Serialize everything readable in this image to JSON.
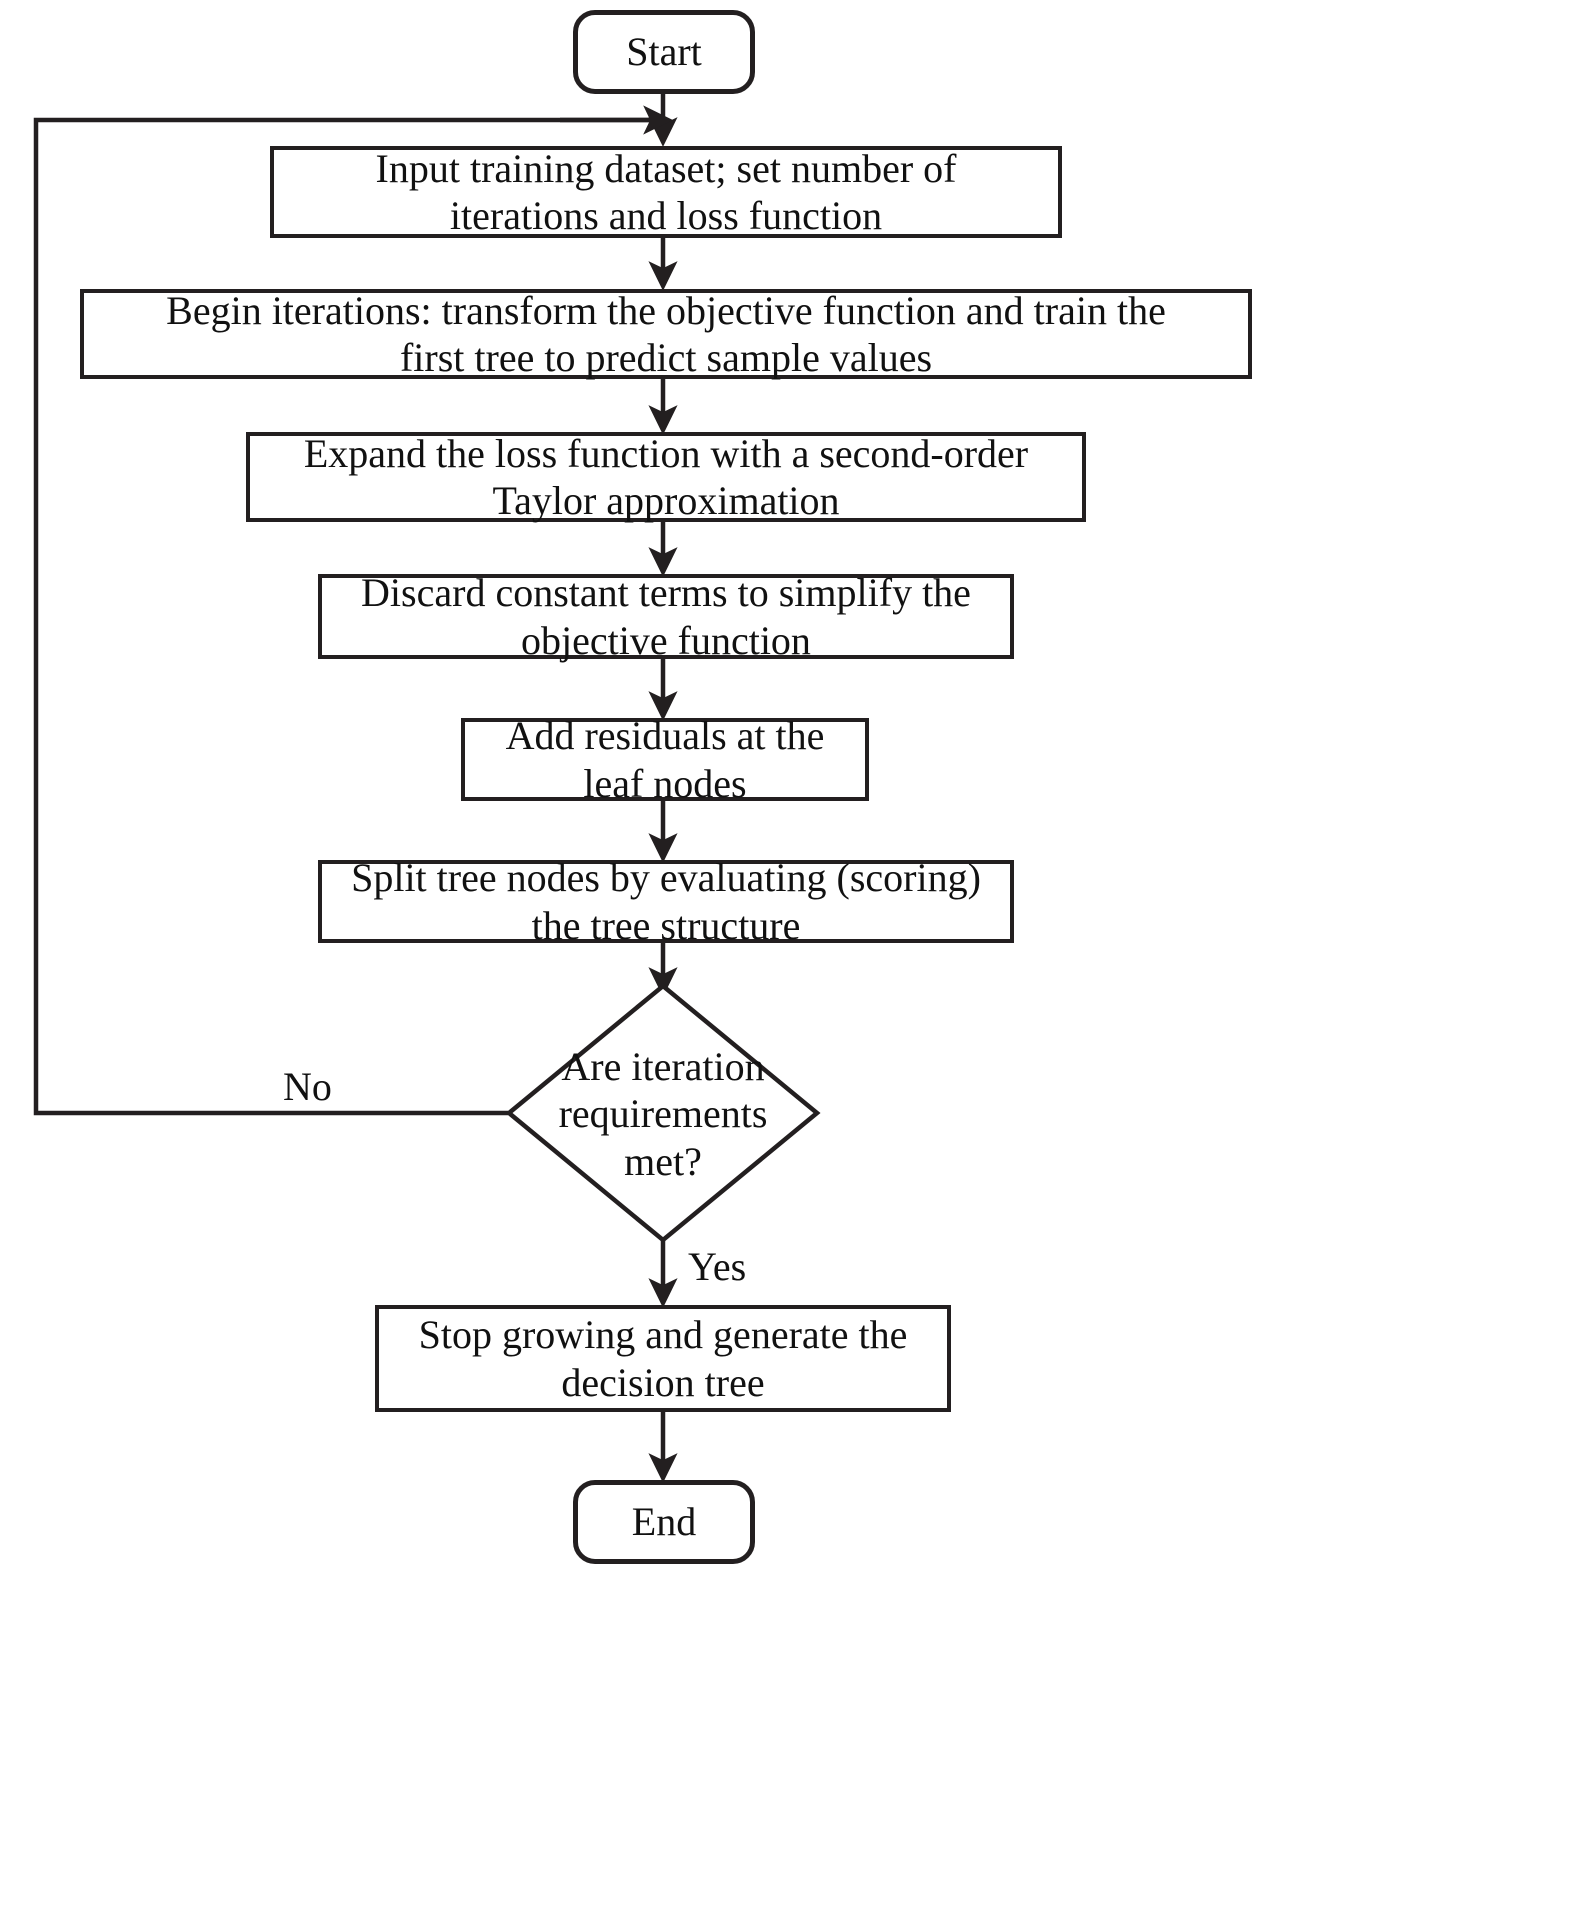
{
  "diagram": {
    "title": "XGBoost decision tree training flowchart",
    "stroke_color": "#231f20",
    "background_color": "#ffffff",
    "text_color": "#111111"
  },
  "nodes": {
    "start": {
      "label": "Start",
      "shape": "terminal"
    },
    "input": {
      "label": "Input training dataset; set number of\niterations and loss function",
      "shape": "process"
    },
    "begin": {
      "label": "Begin iterations: transform the objective function and train the\nfirst tree to predict sample values",
      "shape": "process"
    },
    "expand": {
      "label": "Expand the loss function with a second-order\nTaylor approximation",
      "shape": "process"
    },
    "discard": {
      "label": "Discard constant terms to simplify the\nobjective function",
      "shape": "process"
    },
    "residuals": {
      "label": "Add residuals at the\nleaf nodes",
      "shape": "process"
    },
    "split": {
      "label": "Split tree nodes by evaluating (scoring)\nthe tree structure",
      "shape": "process"
    },
    "decision": {
      "label": "Are iteration\nrequirements met?",
      "shape": "decision"
    },
    "stop": {
      "label": "Stop growing and generate the\ndecision tree",
      "shape": "process"
    },
    "end": {
      "label": "End",
      "shape": "terminal"
    }
  },
  "edge_labels": {
    "no": "No",
    "yes": "Yes"
  }
}
